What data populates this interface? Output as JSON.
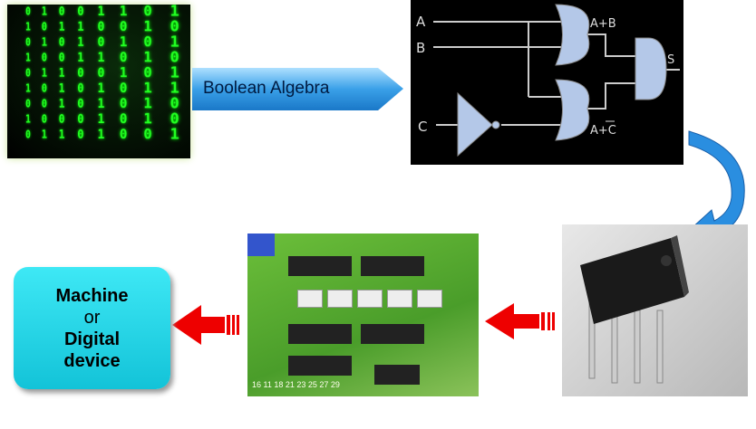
{
  "binary_image": {
    "rows": [
      "0 1 0 0 1 1 0 1",
      "1 0 1 1 0 0 1 0",
      "0 1 0 1 0 1 0 1",
      "1 0 0 1 1 0 1 0",
      "0 1 1 0 0 1 0 1",
      "1 0 1 0 1 0 1 1",
      "0 0 1 0 1 0 1 0",
      "1 0 0 0 1 0 1 0",
      "0 1 1 0 1 0 0 1"
    ]
  },
  "arrow_label": "Boolean Algebra",
  "circuit": {
    "inputs": [
      "A",
      "B",
      "C"
    ],
    "or1_label": "A+B",
    "or2_label": "A+C",
    "output": "S"
  },
  "machine_box": {
    "line1": "Machine",
    "line2": "or",
    "line3": "Digital",
    "line4": "device"
  },
  "pcb": {
    "silkscreen": "16 11 18 21 23 25 27 29"
  },
  "colors": {
    "arrow_blue": "#3aa0e8",
    "red_arrow": "#e00000",
    "machine_cyan": "#20d0e0"
  }
}
